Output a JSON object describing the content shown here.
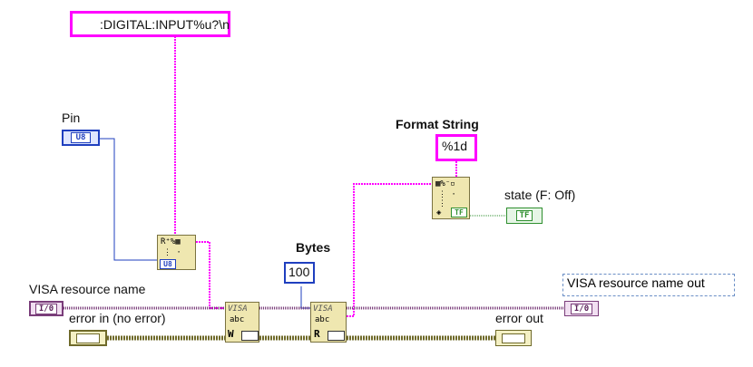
{
  "constants": {
    "command_string": ":DIGITAL:INPUT%u?\\n",
    "format_string": "%1d",
    "bytes_value": "100"
  },
  "labels": {
    "pin": "Pin",
    "format_string": "Format String",
    "bytes": "Bytes",
    "visa_resource_name": "VISA resource name",
    "error_in": "error in (no error)",
    "error_out": "error out",
    "state": "state (F: Off)",
    "visa_resource_name_out": "VISA resource name out"
  },
  "terminals": {
    "pin_type": "U8",
    "format_in_type": "U8",
    "visa_in_type": "I/0",
    "visa_out_type": "I/0",
    "state_type": "TF",
    "scan_out_type": "TF"
  },
  "nodes": {
    "write_label": "W",
    "read_label": "R",
    "visa_glyph": "VISA",
    "abc_glyph": "abc"
  },
  "colors": {
    "string_wire": "#ff00ff",
    "numeric_wire": "#1f3fbf",
    "boolean_wire": "#2f8f2f",
    "visa_wire": "#7a3d7a",
    "error_wire": "#6f6a2a"
  }
}
